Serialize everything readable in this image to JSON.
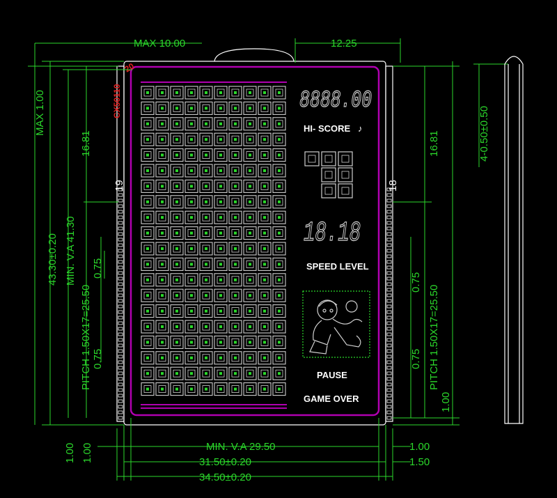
{
  "colors": {
    "background": "#000000",
    "dimension": "#2bd82b",
    "outline": "#ffffff",
    "viewing_area": "#b000b0",
    "part_number": "#e02020",
    "segment": "#d0d0d0"
  },
  "dimensions": {
    "max_thickness": "MAX 10.00",
    "pin_offset": "12.25",
    "max_1": "MAX 1.00",
    "overall_height": "43.30±0.20",
    "min_va_height": "MIN. V.A 41.30",
    "pitch_left": "PITCH 1.50X17=25.50",
    "pitch_right": "PITCH 1.50X17=25.50",
    "pin_top_left": "16.81",
    "pin_top_right": "16.81",
    "pin_width_left_1": "0.75",
    "pin_width_left_2": "0.75",
    "pin_width_right_1": "0.75",
    "pin_width_right_2": "0.75",
    "bottom_offset_right": "1.00",
    "pin_spec": "4-0.50±0.50",
    "va_width": "MIN. V.A 29.50",
    "glass_width": "31.50±0.20",
    "overall_width": "34.50±0.20",
    "margin_left_1": "1.00",
    "margin_left_2": "1.00",
    "margin_right_1": "1.00",
    "margin_right_2": "1.50"
  },
  "pins": {
    "left_pin_label": "19",
    "right_pin_label": "18"
  },
  "part": {
    "part_number": "CX50110",
    "mark": "20"
  },
  "lcd": {
    "score_digits": "8888.00",
    "hi_score_label": "HI- SCORE",
    "level_digits": "18.18",
    "speed_level_label": "SPEED LEVEL",
    "pause_label": "PAUSE",
    "game_over_label": "GAME OVER",
    "grid_cols": 10,
    "grid_rows": 20,
    "preview_cells": [
      [
        0,
        0
      ],
      [
        1,
        0
      ],
      [
        2,
        0
      ],
      [
        1,
        1
      ],
      [
        2,
        1
      ],
      [
        1,
        2
      ],
      [
        2,
        2
      ]
    ]
  }
}
